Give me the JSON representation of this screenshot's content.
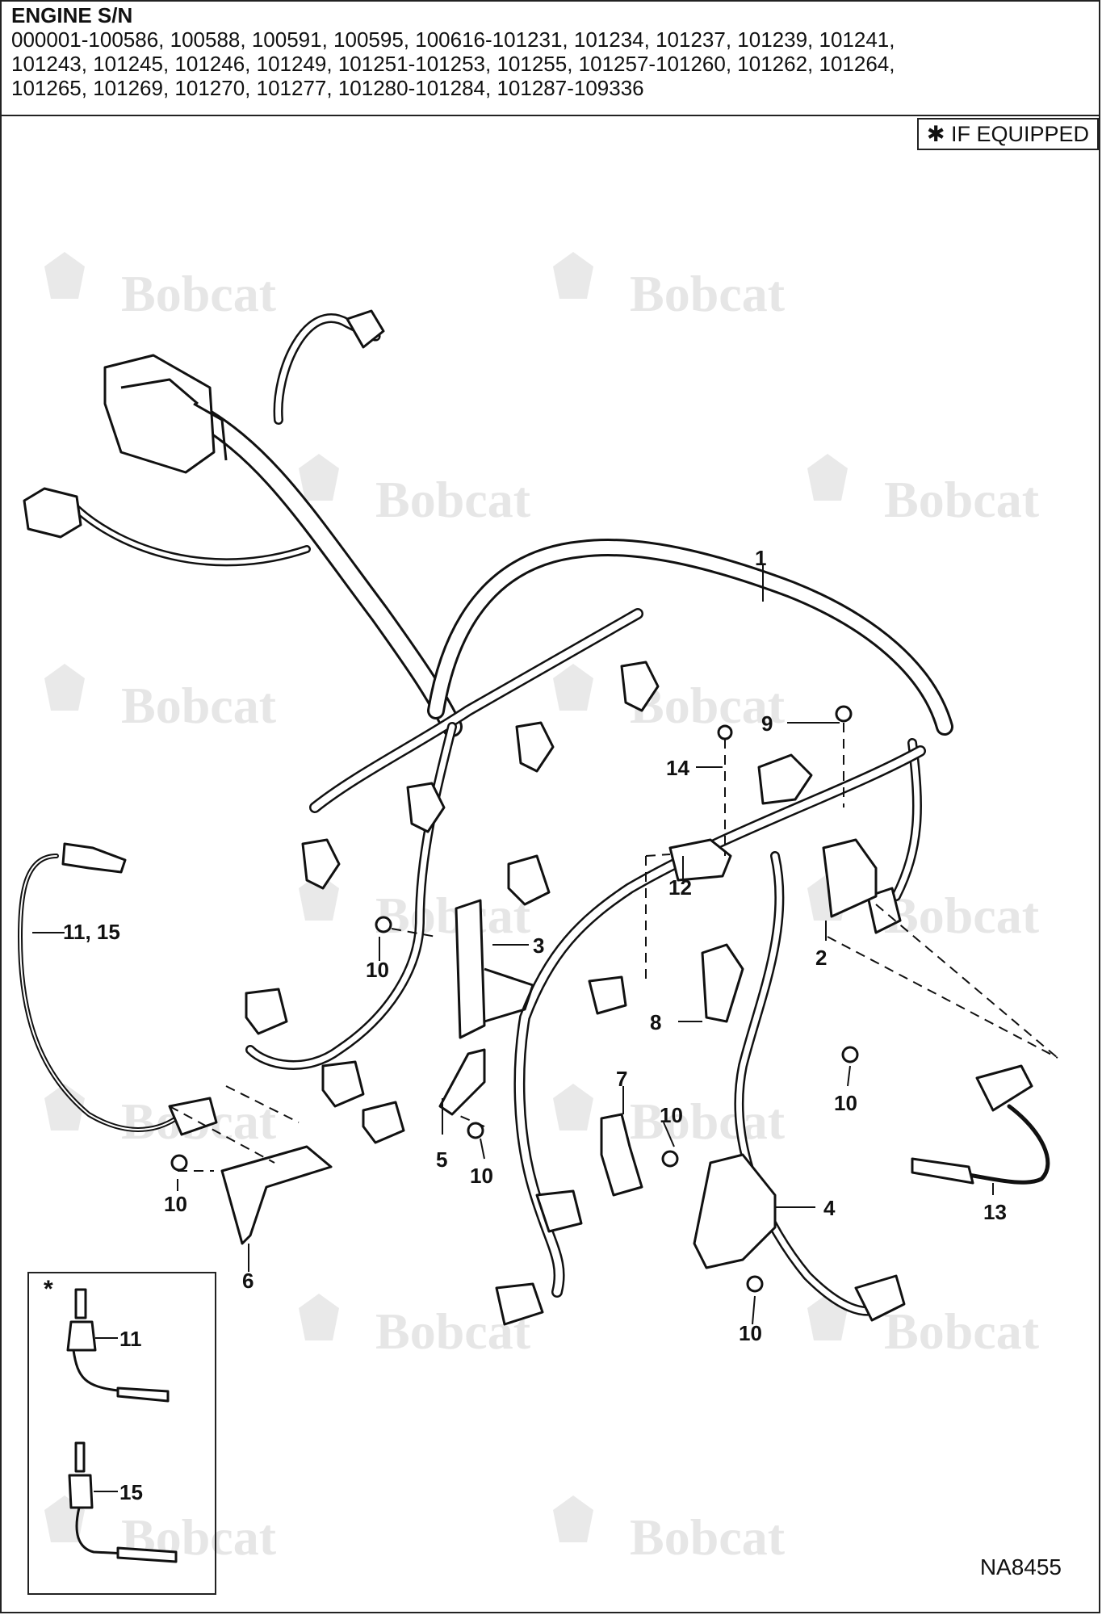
{
  "header": {
    "title": "ENGINE S/N",
    "serial_lines": [
      "000001-100586, 100588, 100591, 100595, 100616-101231, 101234, 101237, 101239, 101241,",
      "101243, 101245, 101246, 101249, 101251-101253, 101255, 101257-101260, 101262, 101264,",
      "101265, 101269, 101270, 101277, 101280-101284, 101287-109336"
    ]
  },
  "legend": {
    "if_equipped": "✱ IF EQUIPPED"
  },
  "callouts": {
    "c1": "1",
    "c2": "2",
    "c3": "3",
    "c4": "4",
    "c5": "5",
    "c6": "6",
    "c7": "7",
    "c8": "8",
    "c9": "9",
    "c12": "12",
    "c13": "13",
    "c14": "14",
    "c11_15": "11, 15",
    "c10a": "10",
    "c10b": "10",
    "c10c": "10",
    "c10d": "10",
    "c10e": "10",
    "c10f": "10",
    "inset_11": "11",
    "inset_15": "15"
  },
  "inset": {
    "marker": "*"
  },
  "watermark": {
    "brand": "Bobcat"
  },
  "drawing_id": "NA8455"
}
